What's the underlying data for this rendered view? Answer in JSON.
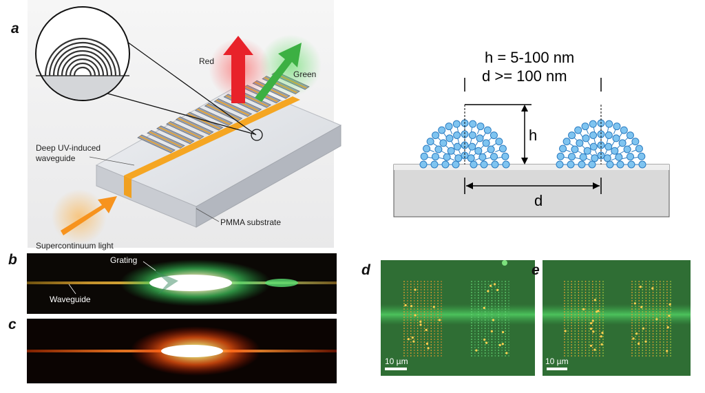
{
  "panels": {
    "a": {
      "letter": "a",
      "labels": {
        "red": "Red",
        "green": "Green",
        "waveguide": "Deep UV-induced waveguide",
        "waveguide_line1": "Deep UV-induced",
        "waveguide_line2": "waveguide",
        "substrate": "PMMA substrate",
        "light": "Supercontinuum light"
      },
      "colors": {
        "red_arrow": "#e8222a",
        "green_arrow": "#3cb043",
        "orange_arrow": "#f7931e",
        "waveguide": "#f5a623"
      }
    },
    "b": {
      "letter": "b",
      "labels": {
        "grating": "Grating",
        "waveguide": "Waveguide"
      }
    },
    "c": {
      "letter": "c"
    },
    "d": {
      "letter": "d",
      "scale_bar": "10 µm"
    },
    "e": {
      "letter": "e",
      "scale_bar": "10 µm"
    },
    "schematic": {
      "h_equation": "h = 5-100 nm",
      "d_equation": "d >= 100 nm",
      "h_label": "h",
      "d_label": "d",
      "colors": {
        "lipid_head": "#7fc4f0",
        "lipid_outline": "#2a7bc0",
        "substrate": "#d9d9d9"
      }
    }
  }
}
